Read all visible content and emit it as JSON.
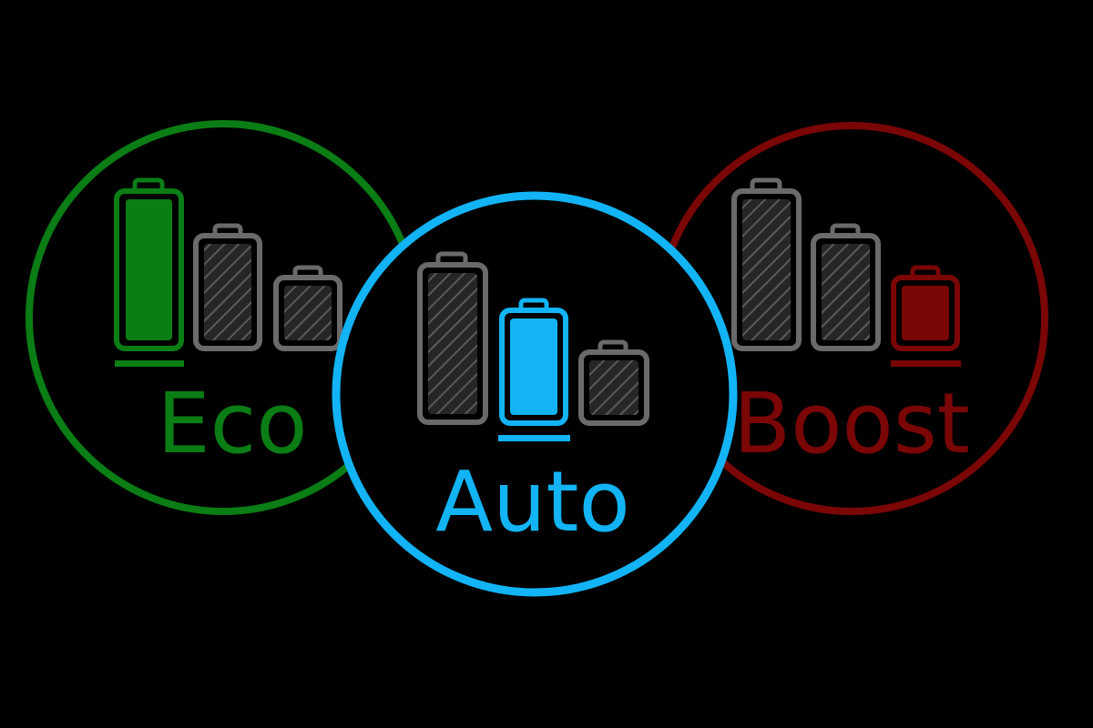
{
  "colors": {
    "background": "#000000",
    "eco": "#0a7d14",
    "auto": "#12b4f5",
    "boost": "#7a0606",
    "inactive_outline": "#6a6a6a",
    "inactive_fill": "#2a2a2a"
  },
  "modes": [
    {
      "id": "eco",
      "label": "Eco",
      "selected": false,
      "active_battery": 1,
      "icon": "battery-icon"
    },
    {
      "id": "auto",
      "label": "Auto",
      "selected": true,
      "active_battery": 2,
      "icon": "battery-icon"
    },
    {
      "id": "boost",
      "label": "Boost",
      "selected": false,
      "active_battery": 3,
      "icon": "battery-icon"
    }
  ]
}
